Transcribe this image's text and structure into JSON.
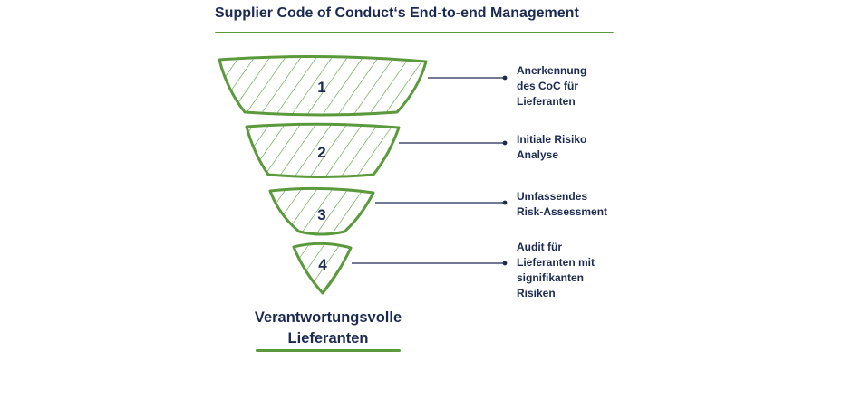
{
  "title": "Supplier Code of Conduct‘s End-to-end Management",
  "stages": [
    {
      "number": "1",
      "label_lines": [
        "Anerkennung",
        "des CoC für",
        "Lieferanten"
      ]
    },
    {
      "number": "2",
      "label_lines": [
        "Initiale Risiko",
        "Analyse"
      ]
    },
    {
      "number": "3",
      "label_lines": [
        "Umfassendes",
        "Risk-Assessment"
      ]
    },
    {
      "number": "4",
      "label_lines": [
        "Audit für",
        "Lieferanten mit",
        "signifikanten",
        "Risiken"
      ]
    }
  ],
  "footer_lines": [
    "Verantwortungsvolle",
    "Lieferanten"
  ],
  "colors": {
    "accent_green": "#5a9a3c",
    "text_navy": "#1c2a52"
  }
}
